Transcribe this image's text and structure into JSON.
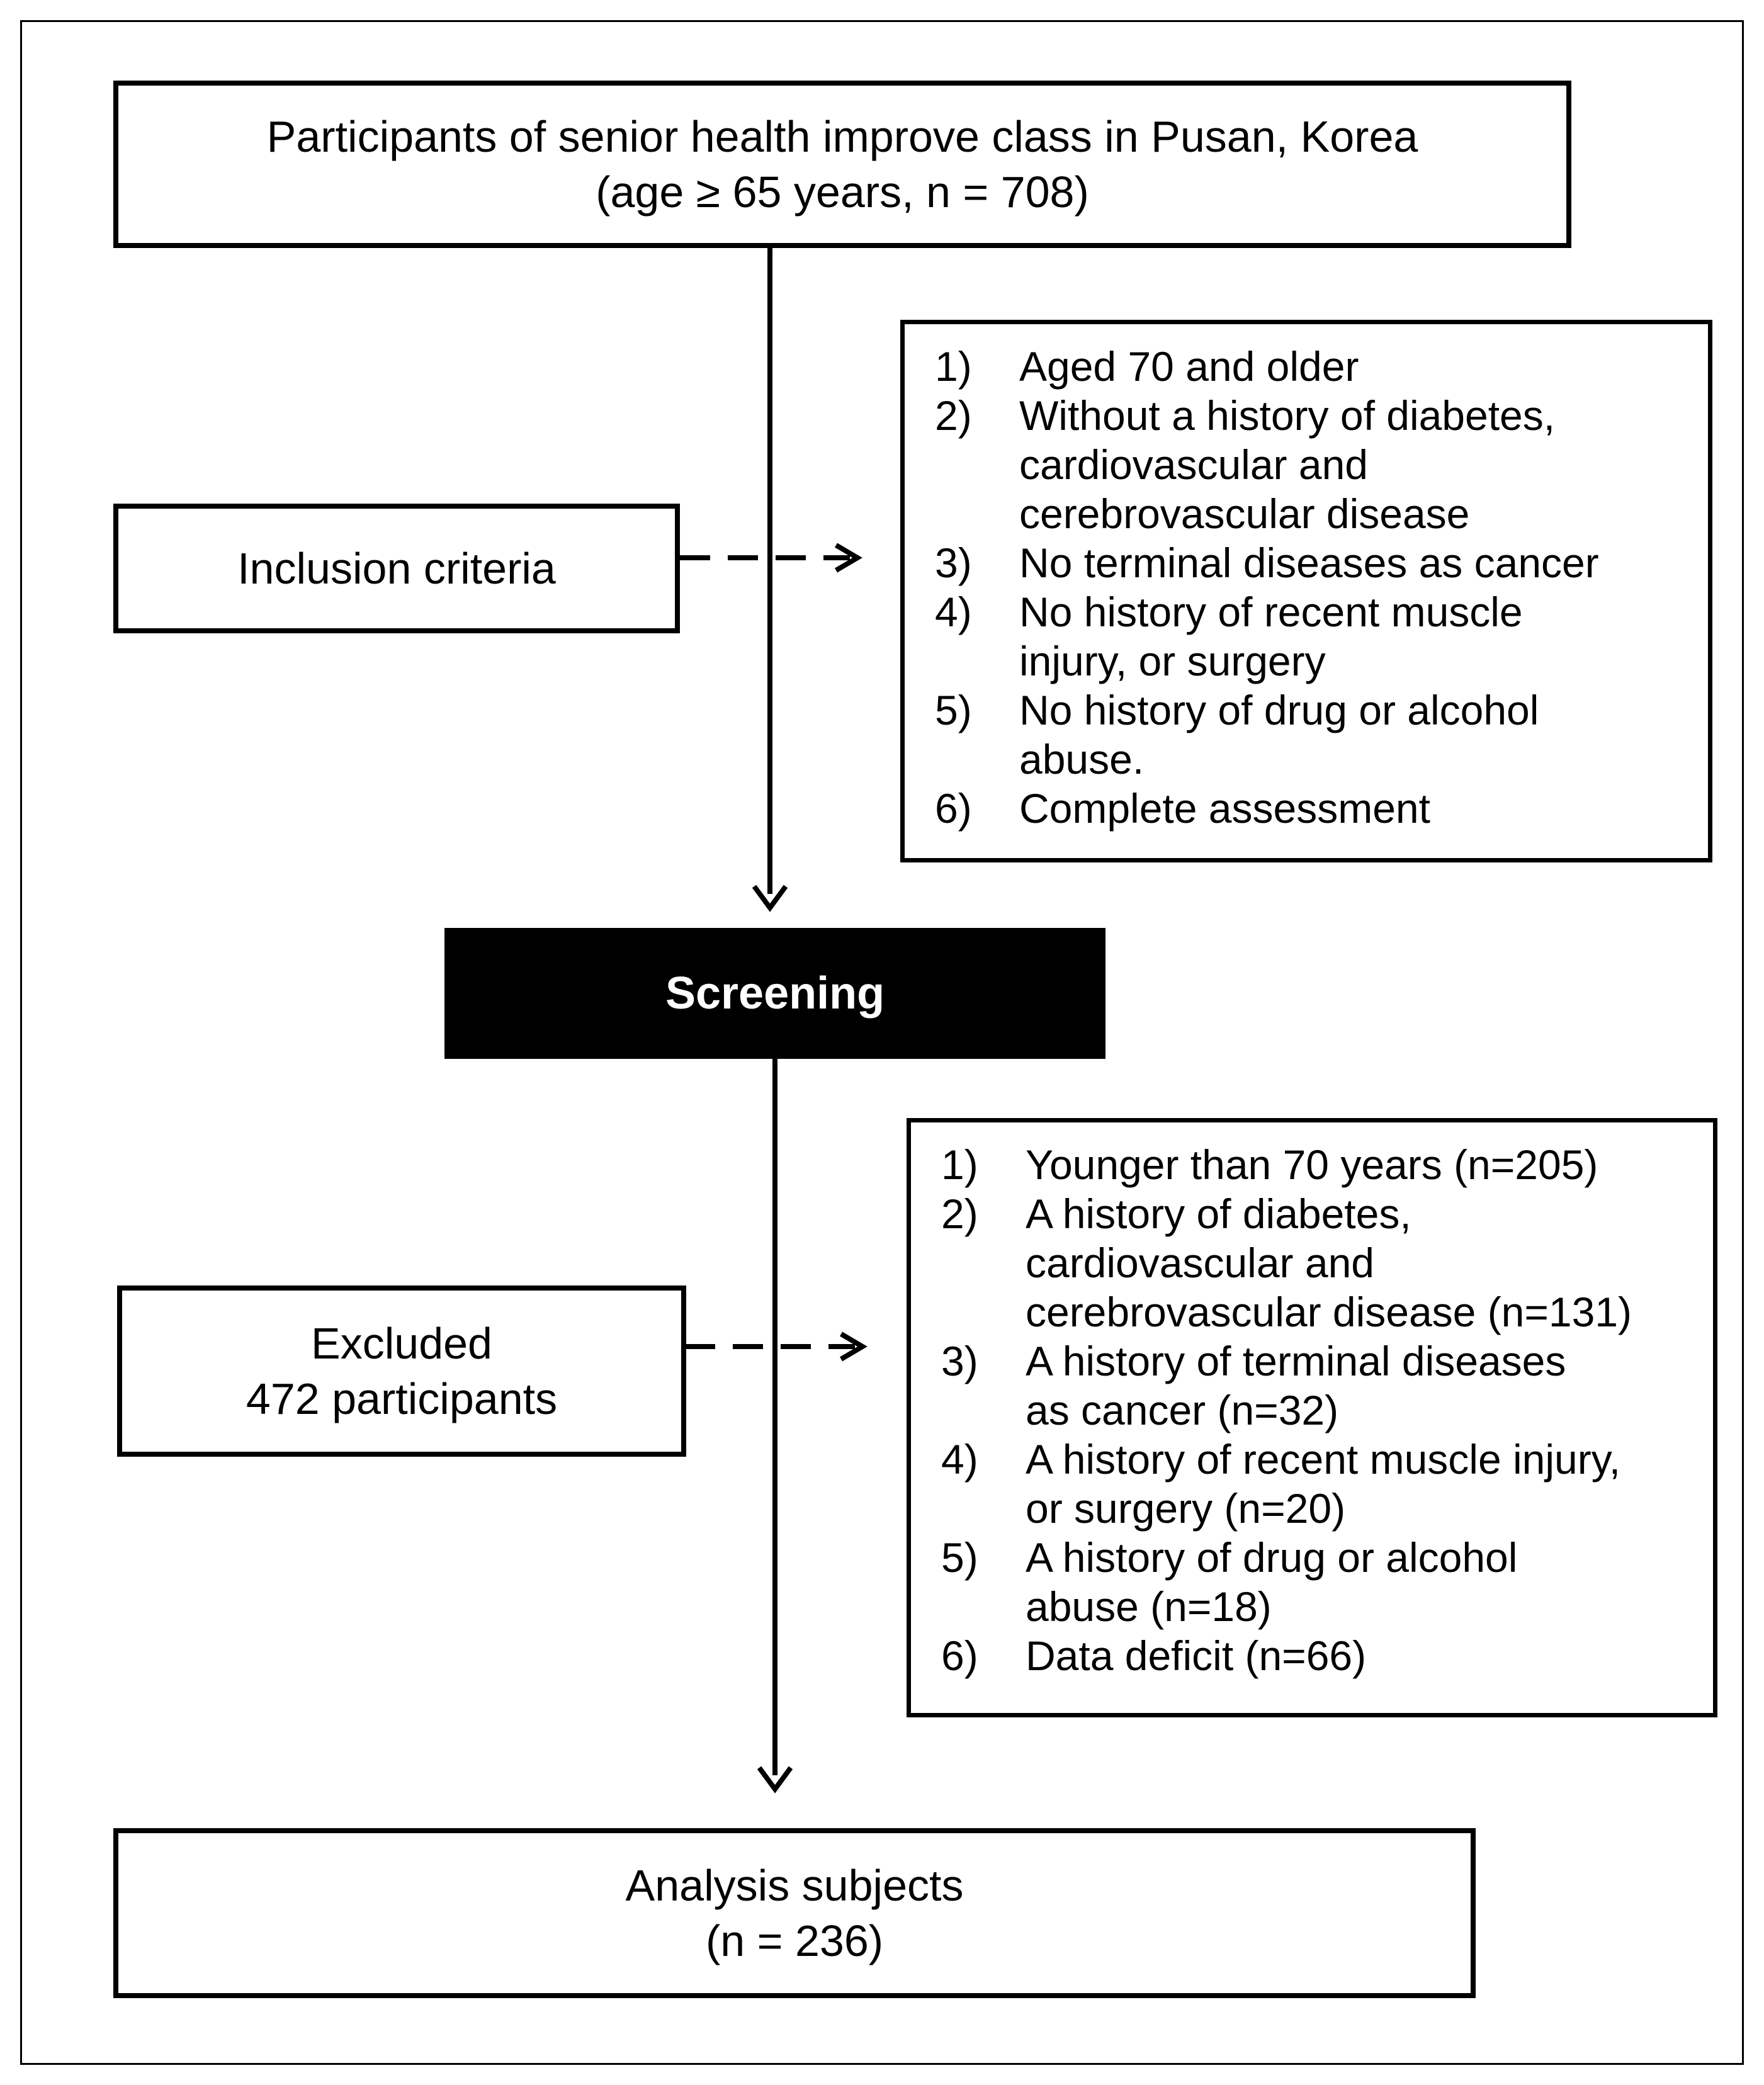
{
  "start_box": {
    "line1": "Participants of senior health improve class in Pusan, Korea",
    "line2": "(age ≥ 65 years, n = 708)"
  },
  "inclusion_box": {
    "label": "Inclusion criteria"
  },
  "inclusion_criteria": [
    {
      "num": "1)",
      "text": "Aged 70 and older"
    },
    {
      "num": "2)",
      "text": "Without a history of diabetes,\ncardiovascular and\ncerebrovascular disease"
    },
    {
      "num": "3)",
      "text": "No terminal diseases as cancer"
    },
    {
      "num": "4)",
      "text": "No history of recent muscle\ninjury, or surgery"
    },
    {
      "num": "5)",
      "text": "No history of drug or alcohol\nabuse."
    },
    {
      "num": "6)",
      "text": "Complete assessment"
    }
  ],
  "screening_box": {
    "label": "Screening"
  },
  "excluded_box": {
    "line1": "Excluded",
    "line2": "472 participants"
  },
  "exclusion_reasons": [
    {
      "num": "1)",
      "text": "Younger than 70 years (n=205)"
    },
    {
      "num": "2)",
      "text": "A history of diabetes,\ncardiovascular and\ncerebrovascular disease (n=131)"
    },
    {
      "num": "3)",
      "text": "A history of terminal diseases\nas cancer (n=32)"
    },
    {
      "num": "4)",
      "text": "A history of recent muscle injury,\nor surgery (n=20)"
    },
    {
      "num": "5)",
      "text": "A history of drug or alcohol\nabuse (n=18)"
    },
    {
      "num": "6)",
      "text": "Data deficit (n=66)"
    }
  ],
  "analysis_box": {
    "line1": "Analysis subjects",
    "line2": "(n = 236)"
  },
  "colors": {
    "line": "#000000",
    "dark_box_bg": "#000000",
    "dark_box_text": "#ffffff"
  }
}
